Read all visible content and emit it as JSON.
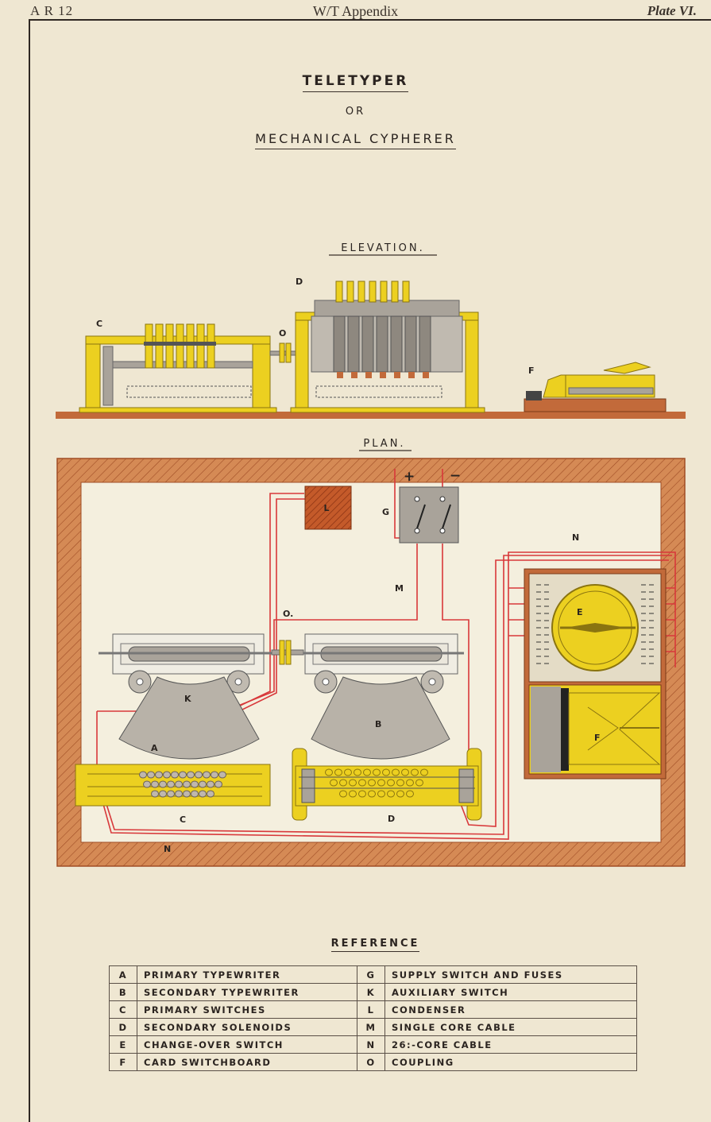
{
  "header": {
    "left": "A R 12",
    "center": "W/T Appendix",
    "right": "Plate VI."
  },
  "titles": {
    "main": "TELETYPER",
    "or": "OR",
    "sub": "MECHANICAL CYPHERER"
  },
  "sections": {
    "elevation": "ELEVATION.",
    "plan": "PLAN.",
    "reference": "REFERENCE"
  },
  "labels": {
    "A": "A",
    "B": "B",
    "C": "C",
    "D": "D",
    "E": "E",
    "F": "F",
    "G": "G",
    "K": "K",
    "L": "L",
    "M": "M",
    "N": "N",
    "O": "O.",
    "O_elev": "O",
    "plus": "+",
    "minus": "−"
  },
  "colors": {
    "brass": "#ecd020",
    "wood": "#c26a3a",
    "grey": "#a9a39a",
    "paper": "#efe7d2",
    "cable": "#d8383a"
  },
  "reference": [
    {
      "k1": "A",
      "v1": "PRIMARY  TYPEWRITER",
      "k2": "G",
      "v2": "SUPPLY  SWITCH  AND  FUSES"
    },
    {
      "k1": "B",
      "v1": "SECONDARY  TYPEWRITER",
      "k2": "K",
      "v2": "AUXILIARY  SWITCH"
    },
    {
      "k1": "C",
      "v1": "PRIMARY  SWITCHES",
      "k2": "L",
      "v2": "CONDENSER"
    },
    {
      "k1": "D",
      "v1": "SECONDARY  SOLENOIDS",
      "k2": "M",
      "v2": "SINGLE  CORE  CABLE"
    },
    {
      "k1": "E",
      "v1": "CHANGE-OVER  SWITCH",
      "k2": "N",
      "v2": "26:-CORE  CABLE"
    },
    {
      "k1": "F",
      "v1": "CARD  SWITCHBOARD",
      "k2": "O",
      "v2": "COUPLING"
    }
  ]
}
